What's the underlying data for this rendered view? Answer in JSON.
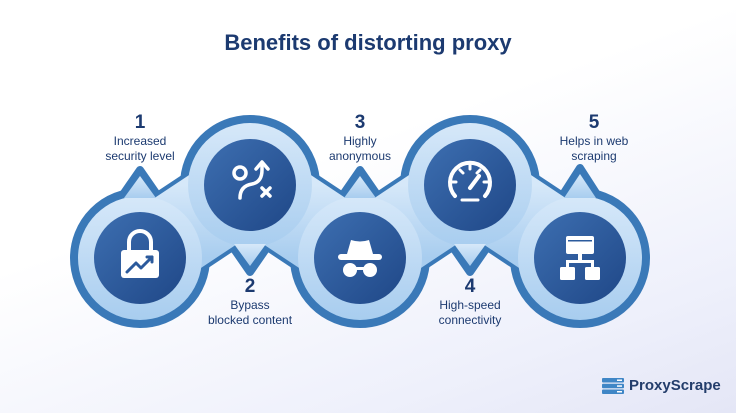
{
  "title": "Benefits of distorting proxy",
  "benefits": [
    {
      "number": "1",
      "line1": "Increased",
      "line2": "security level",
      "icon": "lock-trend-icon"
    },
    {
      "number": "2",
      "line1": "Bypass",
      "line2": "blocked content",
      "icon": "route-icon"
    },
    {
      "number": "3",
      "line1": "Highly",
      "line2": "anonymous",
      "icon": "incognito-icon"
    },
    {
      "number": "4",
      "line1": "High-speed",
      "line2": "connectivity",
      "icon": "speedometer-icon"
    },
    {
      "number": "5",
      "line1": "Helps in web",
      "line2": "scraping",
      "icon": "sitemap-icon"
    }
  ],
  "logo": {
    "text": "ProxyScrape"
  },
  "colors": {
    "navy": "#1c3a70",
    "outline": "#3a79b8",
    "blob_top": "#d6e8f9",
    "blob_bottom": "#a8cdef",
    "inner_top": "#3d6fb1",
    "inner_bottom": "#1f4787"
  }
}
